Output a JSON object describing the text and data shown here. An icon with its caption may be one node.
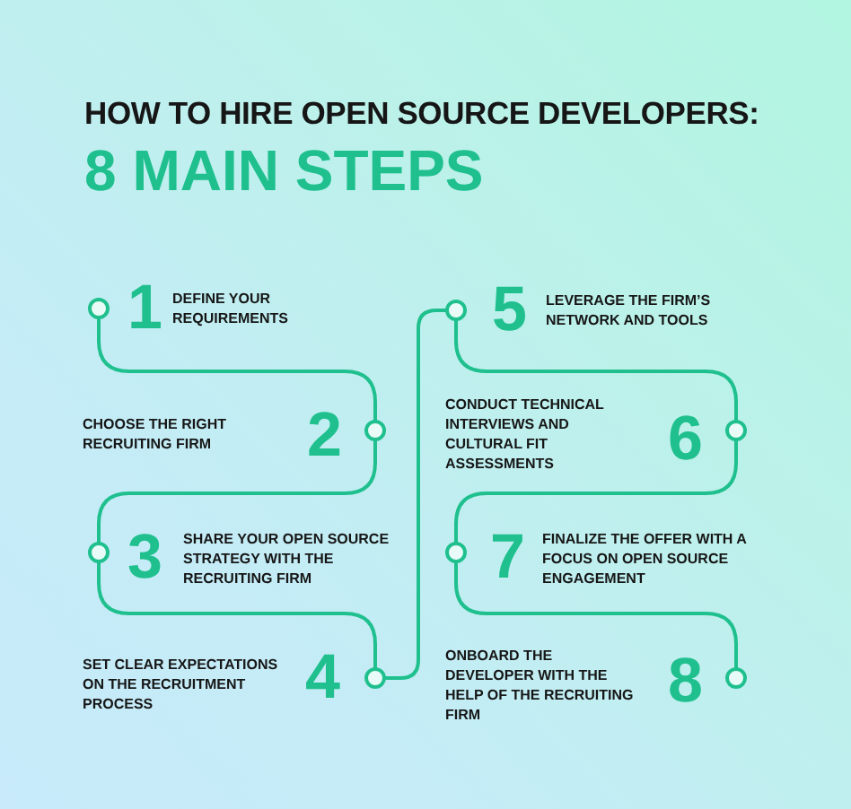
{
  "diagram": {
    "title": "HOW TO HIRE OPEN SOURCE DEVELOPERS:",
    "nodes": [
      {
        "text": [],
        "shape": "circle",
        "beside": [
          "1",
          "DEFINE YOUR REQUIREMENTS"
        ]
      },
      {
        "text": [],
        "shape": "circle",
        "beside": [
          "2"
        ]
      },
      {
        "text": [],
        "shape": "circle",
        "beside": [
          "3",
          "SHARE YOUR OPEN SOURCE STRATEGY WITH THE RECRUITING FIRM"
        ]
      },
      {
        "text": [],
        "shape": "circle",
        "beside": [
          "4",
          "SET CLEAR EXPECTATIONS ON THE RECRUITMENT PROCESS"
        ]
      },
      {
        "text": [],
        "shape": "circle",
        "beside": [
          "5",
          "LEVERAGE THE FIRM’S NETWORK AND TOOLS"
        ]
      },
      {
        "text": [],
        "shape": "circle",
        "beside": [
          "6"
        ]
      },
      {
        "text": [],
        "shape": "circle",
        "beside": [
          "7",
          "FINALIZE THE OFFER WITH A FOCUS ON OPEN SOURCE ENGAGEMENT"
        ]
      },
      {
        "text": [],
        "shape": "circle",
        "beside": [
          "8",
          "ONBOARD THE DEVELOPER WITH THE HELP OF THE RECRUITING FIRM"
        ]
      }
    ],
    "edges": [
      {
        "from": 0,
        "to": 1,
        "arrow": "none"
      },
      {
        "from": 1,
        "to": 2,
        "arrow": "none"
      },
      {
        "from": 2,
        "to": 3,
        "arrow": "none"
      },
      {
        "from": 3,
        "to": 4,
        "arrow": "none"
      },
      {
        "from": 4,
        "to": 5,
        "arrow": "none"
      },
      {
        "from": 5,
        "to": 6,
        "arrow": "none"
      },
      {
        "from": 6,
        "to": 7,
        "arrow": "none"
      }
    ],
    "labels": [
      "8 MAIN STEPS",
      "CHOOSE THE RIGHT RECRUITING FIRM",
      "CONDUCT TECHNICAL INTERVIEWS AND CULTURAL FIT ASSESSMENTS"
    ]
  }
}
